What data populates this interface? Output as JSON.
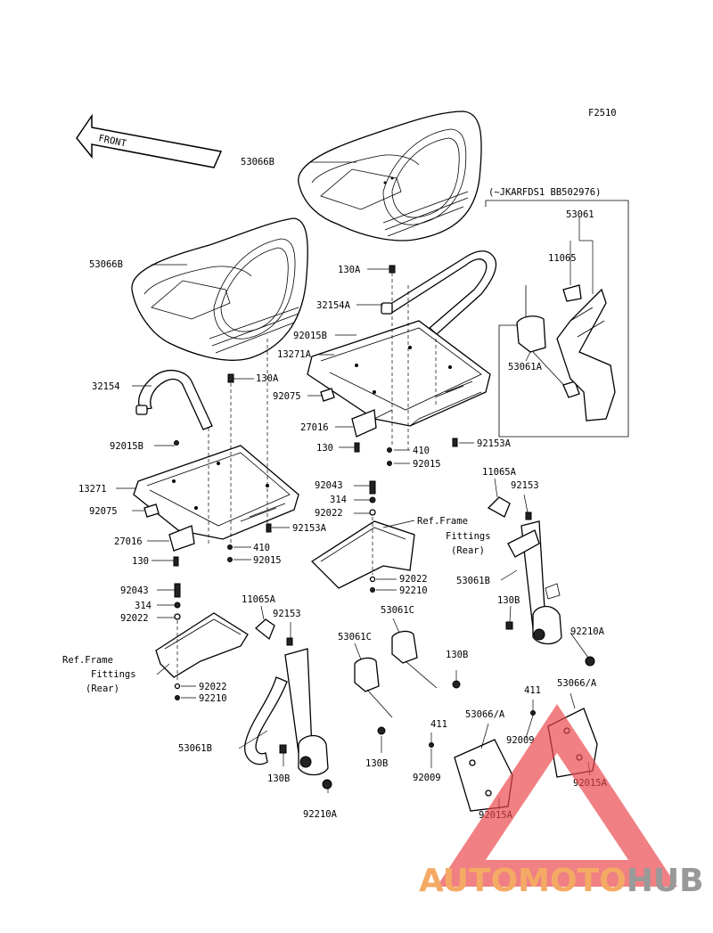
{
  "figure_code": "F2510",
  "front_label": "FRONT",
  "serial_note": "(~JKARFDS1 BB502976)",
  "ref_frame": [
    "Ref.Frame",
    "Fittings",
    "(Rear)"
  ],
  "watermark": {
    "part1": "AUTOMOTO",
    "part2": "HUB",
    "color1": "#f39c4a",
    "color2": "#888888",
    "triangle_color": "#e8454a"
  },
  "parts": {
    "p53066B_top": "53066B",
    "p53066B_left": "53066B",
    "p130A_top": "130A",
    "p32154A": "32154A",
    "p92015B_top": "92015B",
    "p13271A": "13271A",
    "p130A_left": "130A",
    "p32154": "32154",
    "p92075_top": "92075",
    "p27016_top": "27016",
    "p130_top": "130",
    "p410_top": "410",
    "p92015_top": "92015",
    "p92153A_top": "92153A",
    "p92015B_left": "92015B",
    "p13271": "13271",
    "p92075_left": "92075",
    "p27016_left": "27016",
    "p130_left": "130",
    "p410_left": "410",
    "p92015_left": "92015",
    "p92153A_left": "92153A",
    "p92043_mid": "92043",
    "p314_mid": "314",
    "p92022_mid": "92022",
    "p92022_mid2": "92022",
    "p92210_mid": "92210",
    "p92043_left": "92043",
    "p314_left": "314",
    "p92022_left": "92022",
    "p92022_left2": "92022",
    "p92210_left": "92210",
    "p53061": "53061",
    "p11065": "11065",
    "p53061A": "53061A",
    "p11065A_right": "11065A",
    "p92153_right": "92153",
    "p53061B_right": "53061B",
    "p130B_right": "130B",
    "p92210A_right": "92210A",
    "p11065A_left": "11065A",
    "p92153_left": "92153",
    "p53061B_left": "53061B",
    "p130B_left": "130B",
    "p92210A_left": "92210A",
    "p53061C_a": "53061C",
    "p53061C_b": "53061C",
    "p130B_c": "130B",
    "p130B_d": "130B",
    "p411_a": "411",
    "p411_b": "411",
    "p53066A_a": "53066/A",
    "p53066A_b": "53066/A",
    "p92009_a": "92009",
    "p92009_b": "92009",
    "p92015A_a": "92015A",
    "p92015A_b": "92015A"
  }
}
